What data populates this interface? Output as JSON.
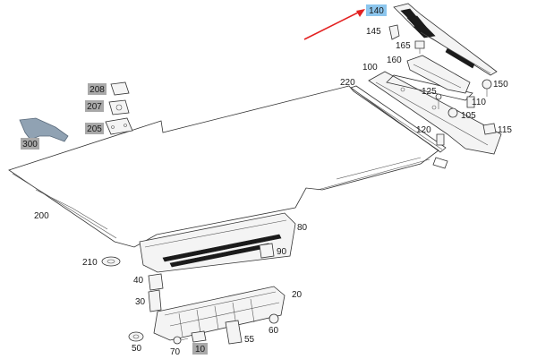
{
  "diagram": {
    "parts": [
      {
        "id": "p140",
        "label": "140",
        "style": "highlight"
      },
      {
        "id": "p145",
        "label": "145",
        "style": "plain"
      },
      {
        "id": "p165",
        "label": "165",
        "style": "plain"
      },
      {
        "id": "p160",
        "label": "160",
        "style": "plain"
      },
      {
        "id": "p100",
        "label": "100",
        "style": "plain"
      },
      {
        "id": "p150",
        "label": "150",
        "style": "plain"
      },
      {
        "id": "p220",
        "label": "220",
        "style": "plain"
      },
      {
        "id": "p125",
        "label": "125",
        "style": "plain"
      },
      {
        "id": "p110",
        "label": "110",
        "style": "plain"
      },
      {
        "id": "p105",
        "label": "105",
        "style": "plain"
      },
      {
        "id": "p120",
        "label": "120",
        "style": "plain"
      },
      {
        "id": "p115",
        "label": "115",
        "style": "plain"
      },
      {
        "id": "p208",
        "label": "208",
        "style": "boxed"
      },
      {
        "id": "p207",
        "label": "207",
        "style": "boxed"
      },
      {
        "id": "p205",
        "label": "205",
        "style": "boxed"
      },
      {
        "id": "p300",
        "label": "300",
        "style": "boxed"
      },
      {
        "id": "p200",
        "label": "200",
        "style": "plain"
      },
      {
        "id": "p80",
        "label": "80",
        "style": "plain"
      },
      {
        "id": "p90",
        "label": "90",
        "style": "plain"
      },
      {
        "id": "p210",
        "label": "210",
        "style": "plain"
      },
      {
        "id": "p40",
        "label": "40",
        "style": "plain"
      },
      {
        "id": "p30",
        "label": "30",
        "style": "plain"
      },
      {
        "id": "p20",
        "label": "20",
        "style": "plain"
      },
      {
        "id": "p50",
        "label": "50",
        "style": "plain"
      },
      {
        "id": "p70",
        "label": "70",
        "style": "plain"
      },
      {
        "id": "p10",
        "label": "10",
        "style": "boxed"
      },
      {
        "id": "p55",
        "label": "55",
        "style": "plain"
      },
      {
        "id": "p60",
        "label": "60",
        "style": "plain"
      }
    ],
    "colors": {
      "highlight_box": "#8cc6ee",
      "label_box": "#a9a9a9",
      "arrow": "#e32222",
      "line": "#333333"
    }
  }
}
